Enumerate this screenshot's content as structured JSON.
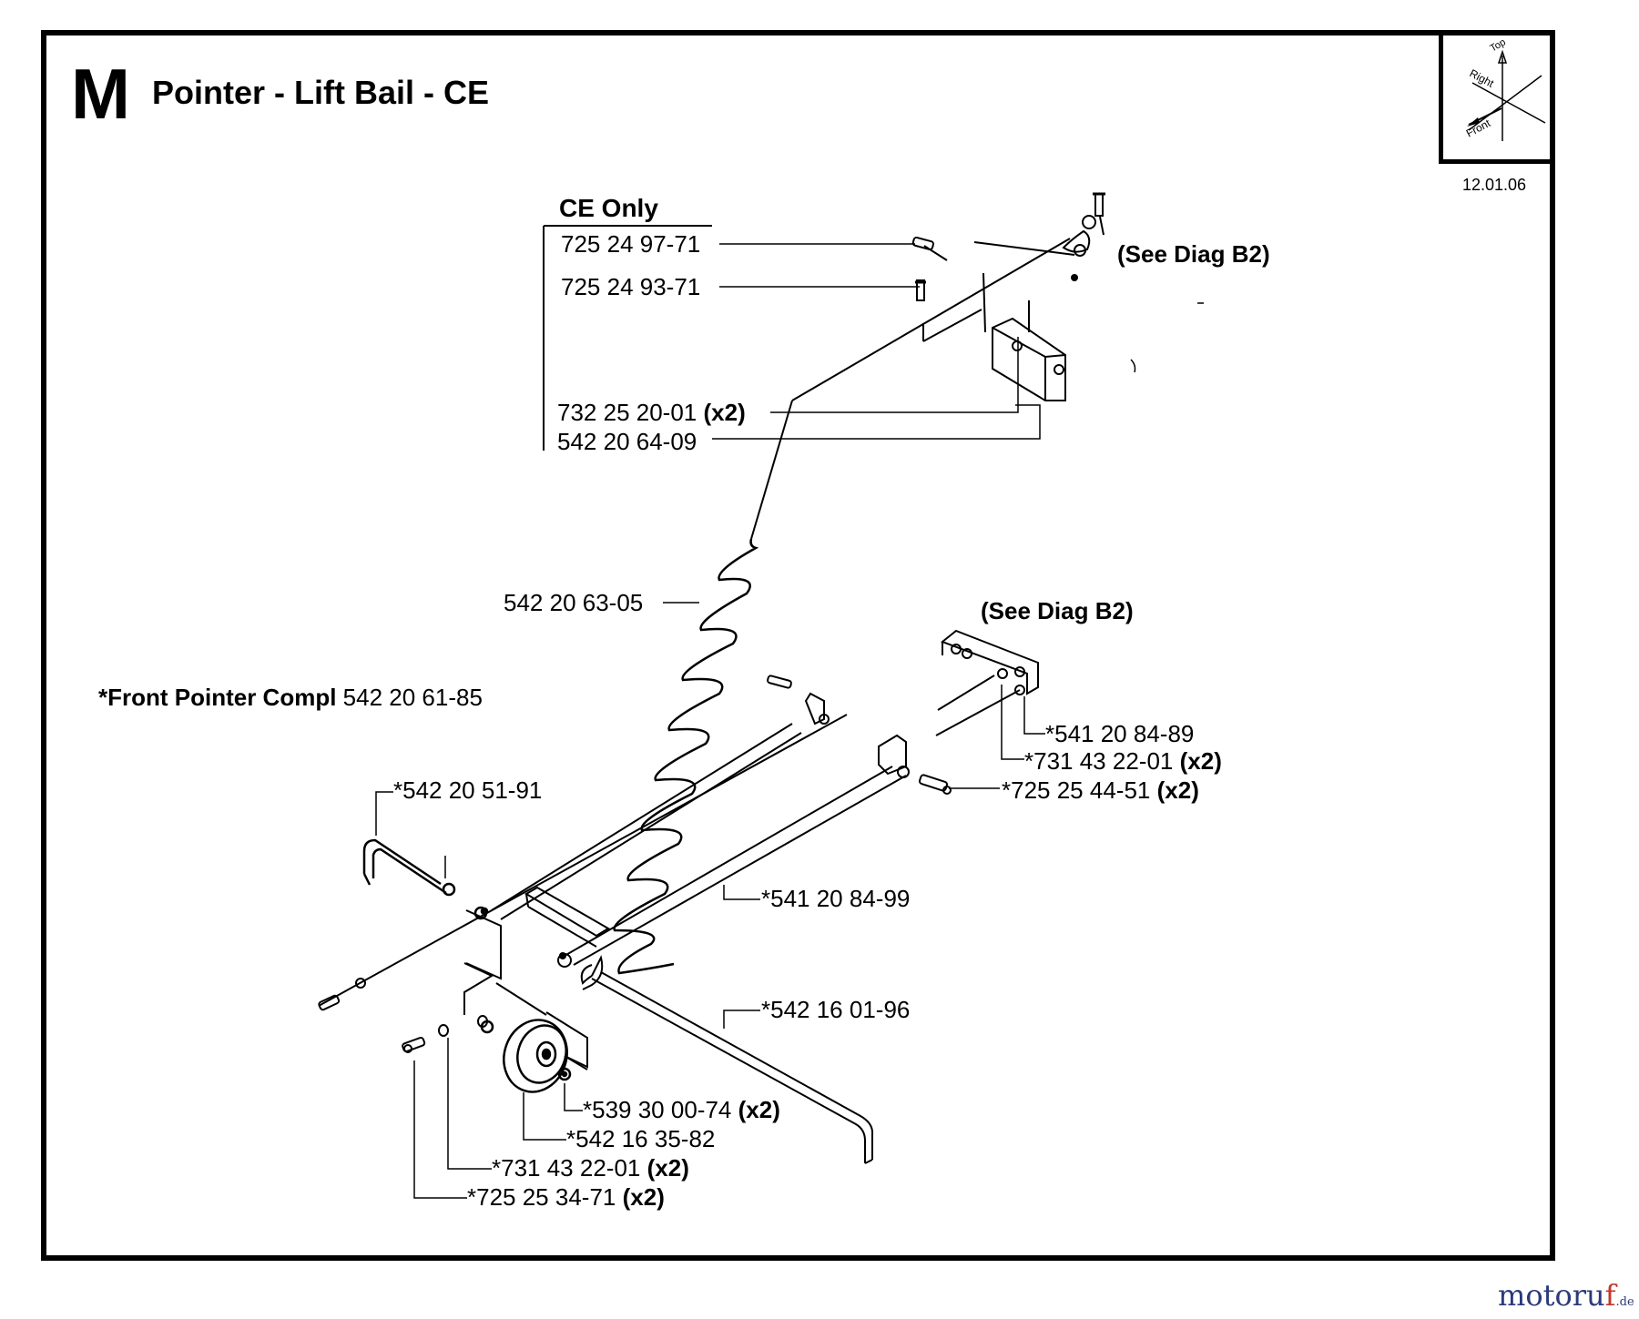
{
  "header": {
    "section_letter": "M",
    "title": "Pointer - Lift Bail - CE",
    "date": "12.01.06"
  },
  "compass": {
    "top": "Top",
    "right": "Right",
    "front": "Front"
  },
  "ce_group": {
    "heading": "CE Only",
    "parts": [
      {
        "number": "725 24 97-71",
        "qty": ""
      },
      {
        "number": "725 24 93-71",
        "qty": ""
      },
      {
        "number": "732 25 20-01",
        "qty": "(x2)"
      },
      {
        "number": "542 20 64-09",
        "qty": ""
      }
    ]
  },
  "see_diag": [
    "(See Diag B2)",
    "(See Diag B2)"
  ],
  "spring_part": "542 20 63-05",
  "front_pointer": {
    "label": "*Front Pointer Compl",
    "number": "542 20 61-85"
  },
  "right_parts": [
    {
      "number": "*541 20 84-89",
      "qty": ""
    },
    {
      "number": "*731 43 22-01",
      "qty": "(x2)"
    },
    {
      "number": "*725 25 44-51",
      "qty": "(x2)"
    }
  ],
  "left_parts": [
    {
      "number": "*542 20 51-91",
      "qty": ""
    },
    {
      "number": "*541 20 84-99",
      "qty": ""
    },
    {
      "number": "*542 16 01-96",
      "qty": ""
    }
  ],
  "bottom_parts": [
    {
      "number": "*539 30 00-74",
      "qty": "(x2)"
    },
    {
      "number": "*542 16 35-82",
      "qty": ""
    },
    {
      "number": "*731 43 22-01",
      "qty": "(x2)"
    },
    {
      "number": "*725 25 34-71",
      "qty": "(x2)"
    }
  ],
  "brand": {
    "main": "motoru",
    "accent": "f",
    "suffix": ".de"
  }
}
